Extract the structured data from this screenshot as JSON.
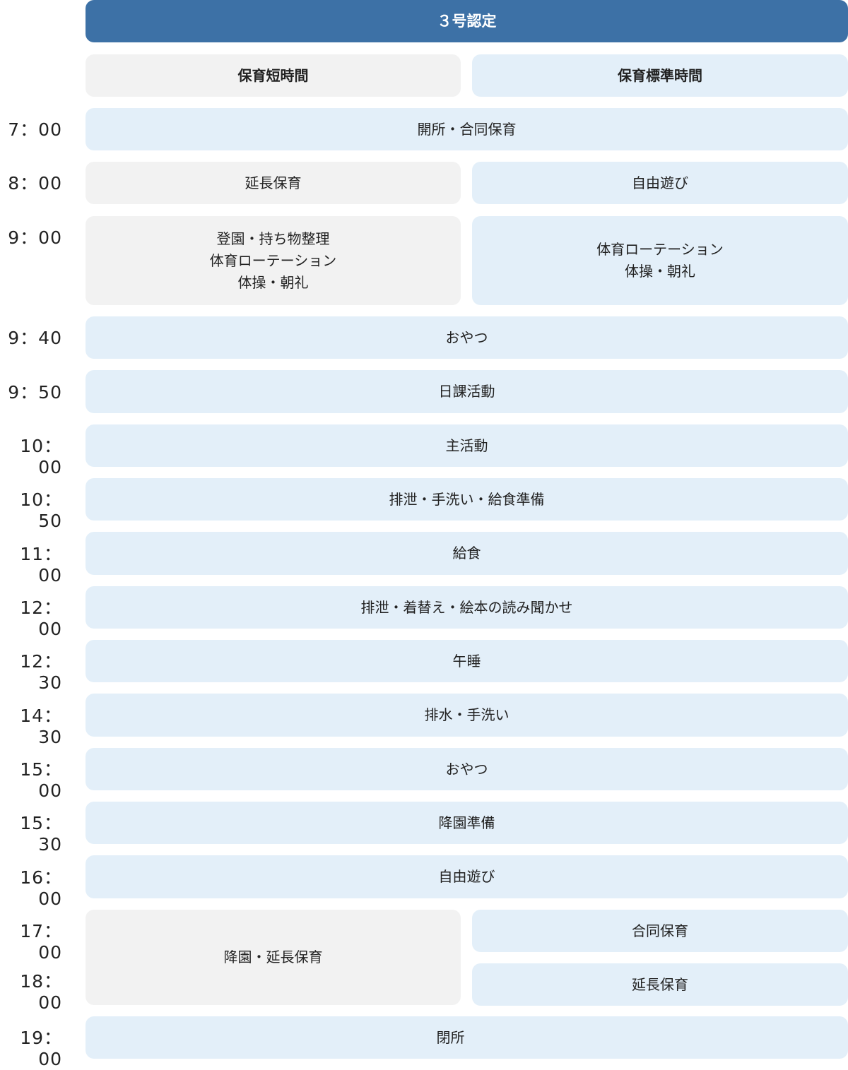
{
  "header": {
    "title": "３号認定"
  },
  "columns": {
    "short": "保育短時間",
    "standard": "保育標準時間"
  },
  "times": [
    "7：00",
    "8：00",
    "9：00",
    "9：40",
    "9：50",
    "10：00",
    "10：50",
    "11：00",
    "12：00",
    "12：30",
    "14：30",
    "15：00",
    "15：30",
    "16：00",
    "17：00",
    "18：00",
    "19：00"
  ],
  "rows": {
    "open": "開所・合同保育",
    "short_extended": "延長保育",
    "standard_free_play": "自由遊び",
    "short_morning": "登園・持ち物整理\n体育ローテーション\n体操・朝礼",
    "standard_morning": "体育ローテーション\n体操・朝礼",
    "snack1": "おやつ",
    "daily": "日課活動",
    "main": "主活動",
    "prep_lunch": "排泄・手洗い・給食準備",
    "lunch": "給食",
    "after_lunch": "排泄・着替え・絵本の読み聞かせ",
    "nap": "午睡",
    "wash": "排水・手洗い",
    "snack2": "おやつ",
    "prep_leave": "降園準備",
    "free_play": "自由遊び",
    "short_leave": "降園・延長保育",
    "standard_joint": "合同保育",
    "standard_extended": "延長保育",
    "close": "閉所"
  }
}
